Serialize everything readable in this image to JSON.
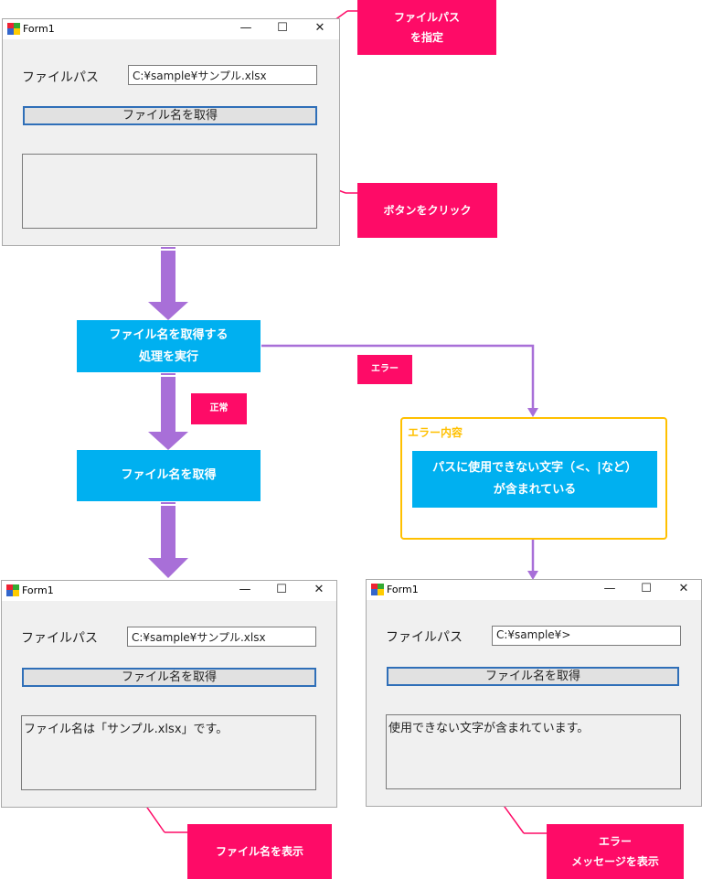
{
  "windows": {
    "top": {
      "title": "Form1",
      "path_label": "ファイルパス",
      "path_value": "C:¥sample¥サンプル.xlsx",
      "button_label": "ファイル名を取得",
      "output": ""
    },
    "bottom_left": {
      "title": "Form1",
      "path_label": "ファイルパス",
      "path_value": "C:¥sample¥サンプル.xlsx",
      "button_label": "ファイル名を取得",
      "output": "ファイル名は「サンプル.xlsx」です。"
    },
    "bottom_right": {
      "title": "Form1",
      "path_label": "ファイルパス",
      "path_value": "C:¥sample¥>",
      "button_label": "ファイル名を取得",
      "output": "使用できない文字が含まれています。"
    }
  },
  "window_controls": {
    "minimize": "—",
    "maximize": "☐",
    "close": "✕"
  },
  "callouts": {
    "specify_path": {
      "line1": "ファイルパス",
      "line2": "を指定"
    },
    "click_button": "ボタンをクリック",
    "error_tag": "エラー",
    "normal_tag": "正常",
    "show_filename": "ファイル名を表示",
    "show_error": {
      "line1": "エラー",
      "line2": "メッセージを表示"
    }
  },
  "process": {
    "execute": {
      "line1": "ファイル名を取得する",
      "line2": "処理を実行"
    },
    "get_name": "ファイル名を取得"
  },
  "error_panel": {
    "title": "エラー内容",
    "message": {
      "line1": "パスに使用できない文字（<、|など）",
      "line2": "が含まれている"
    }
  },
  "colors": {
    "pink": "#fe0b67",
    "blue": "#00b0f0",
    "purple": "#a86fd8",
    "gold": "#ffc000",
    "button_border": "#2f6fb8"
  }
}
